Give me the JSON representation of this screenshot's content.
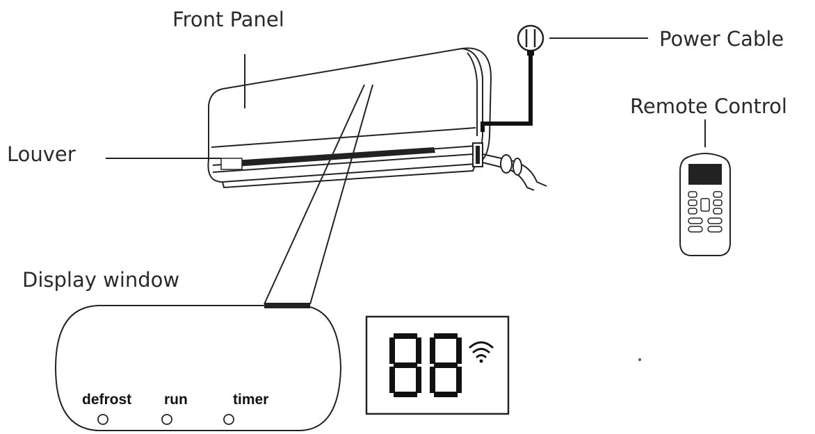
{
  "labels": {
    "front_panel": "Front Panel",
    "power_cable": "Power Cable",
    "remote_control": "Remote Control",
    "louver": "Louver",
    "display_window": "Display window"
  },
  "indicators": {
    "defrost": "defrost",
    "run": "run",
    "timer": "timer"
  },
  "icons": {
    "digits": "seven-segment-88-icon",
    "wifi": "wifi-icon",
    "plug": "plug-icon",
    "remote": "remote-control-icon"
  }
}
